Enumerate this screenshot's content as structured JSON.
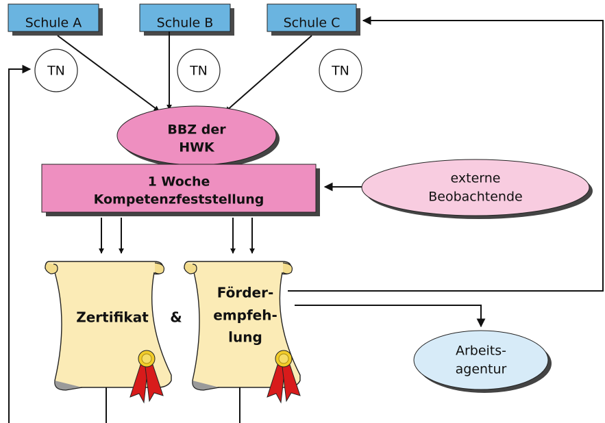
{
  "schools": [
    "Schule A",
    "Schule B",
    "Schule C"
  ],
  "tn_label": "TN",
  "bbz": {
    "line1": "BBZ der",
    "line2": "HWK"
  },
  "week": {
    "line1": "1 Woche",
    "line2": "Kompetenzfeststellung"
  },
  "observers": {
    "line1": "externe",
    "line2": "Beobachtende"
  },
  "certificate": "Zertifikat",
  "ampersand": "&",
  "recommendation": {
    "line1": "Förder-",
    "line2": "empfeh-",
    "line3": "lung"
  },
  "agency": {
    "line1": "Arbeits-",
    "line2": "agentur"
  },
  "colors": {
    "school_box": "#6ab4e0",
    "bbz": "#ee8fc0",
    "week_box": "#ee8fc0",
    "observers": "#f8cce0",
    "scroll": "#fbebb6",
    "agency": "#d7ebf8",
    "ribbon": "#d81b1b",
    "seal": "#f2cc2a"
  }
}
